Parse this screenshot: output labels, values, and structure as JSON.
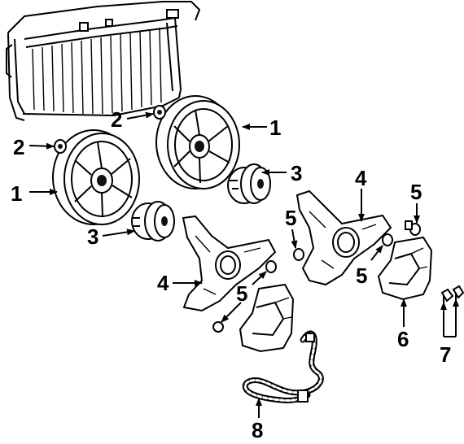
{
  "callouts": {
    "c1_top": "1",
    "c1_left": "1",
    "c2_top": "2",
    "c2_left": "2",
    "c3_right": "3",
    "c3_left": "3",
    "c4_right": "4",
    "c4_left": "4",
    "c5_farright": "5",
    "c5_mid": "5",
    "c5_rightlower": "5",
    "c5_left": "5",
    "c6": "6",
    "c7": "7",
    "c8": "8"
  }
}
